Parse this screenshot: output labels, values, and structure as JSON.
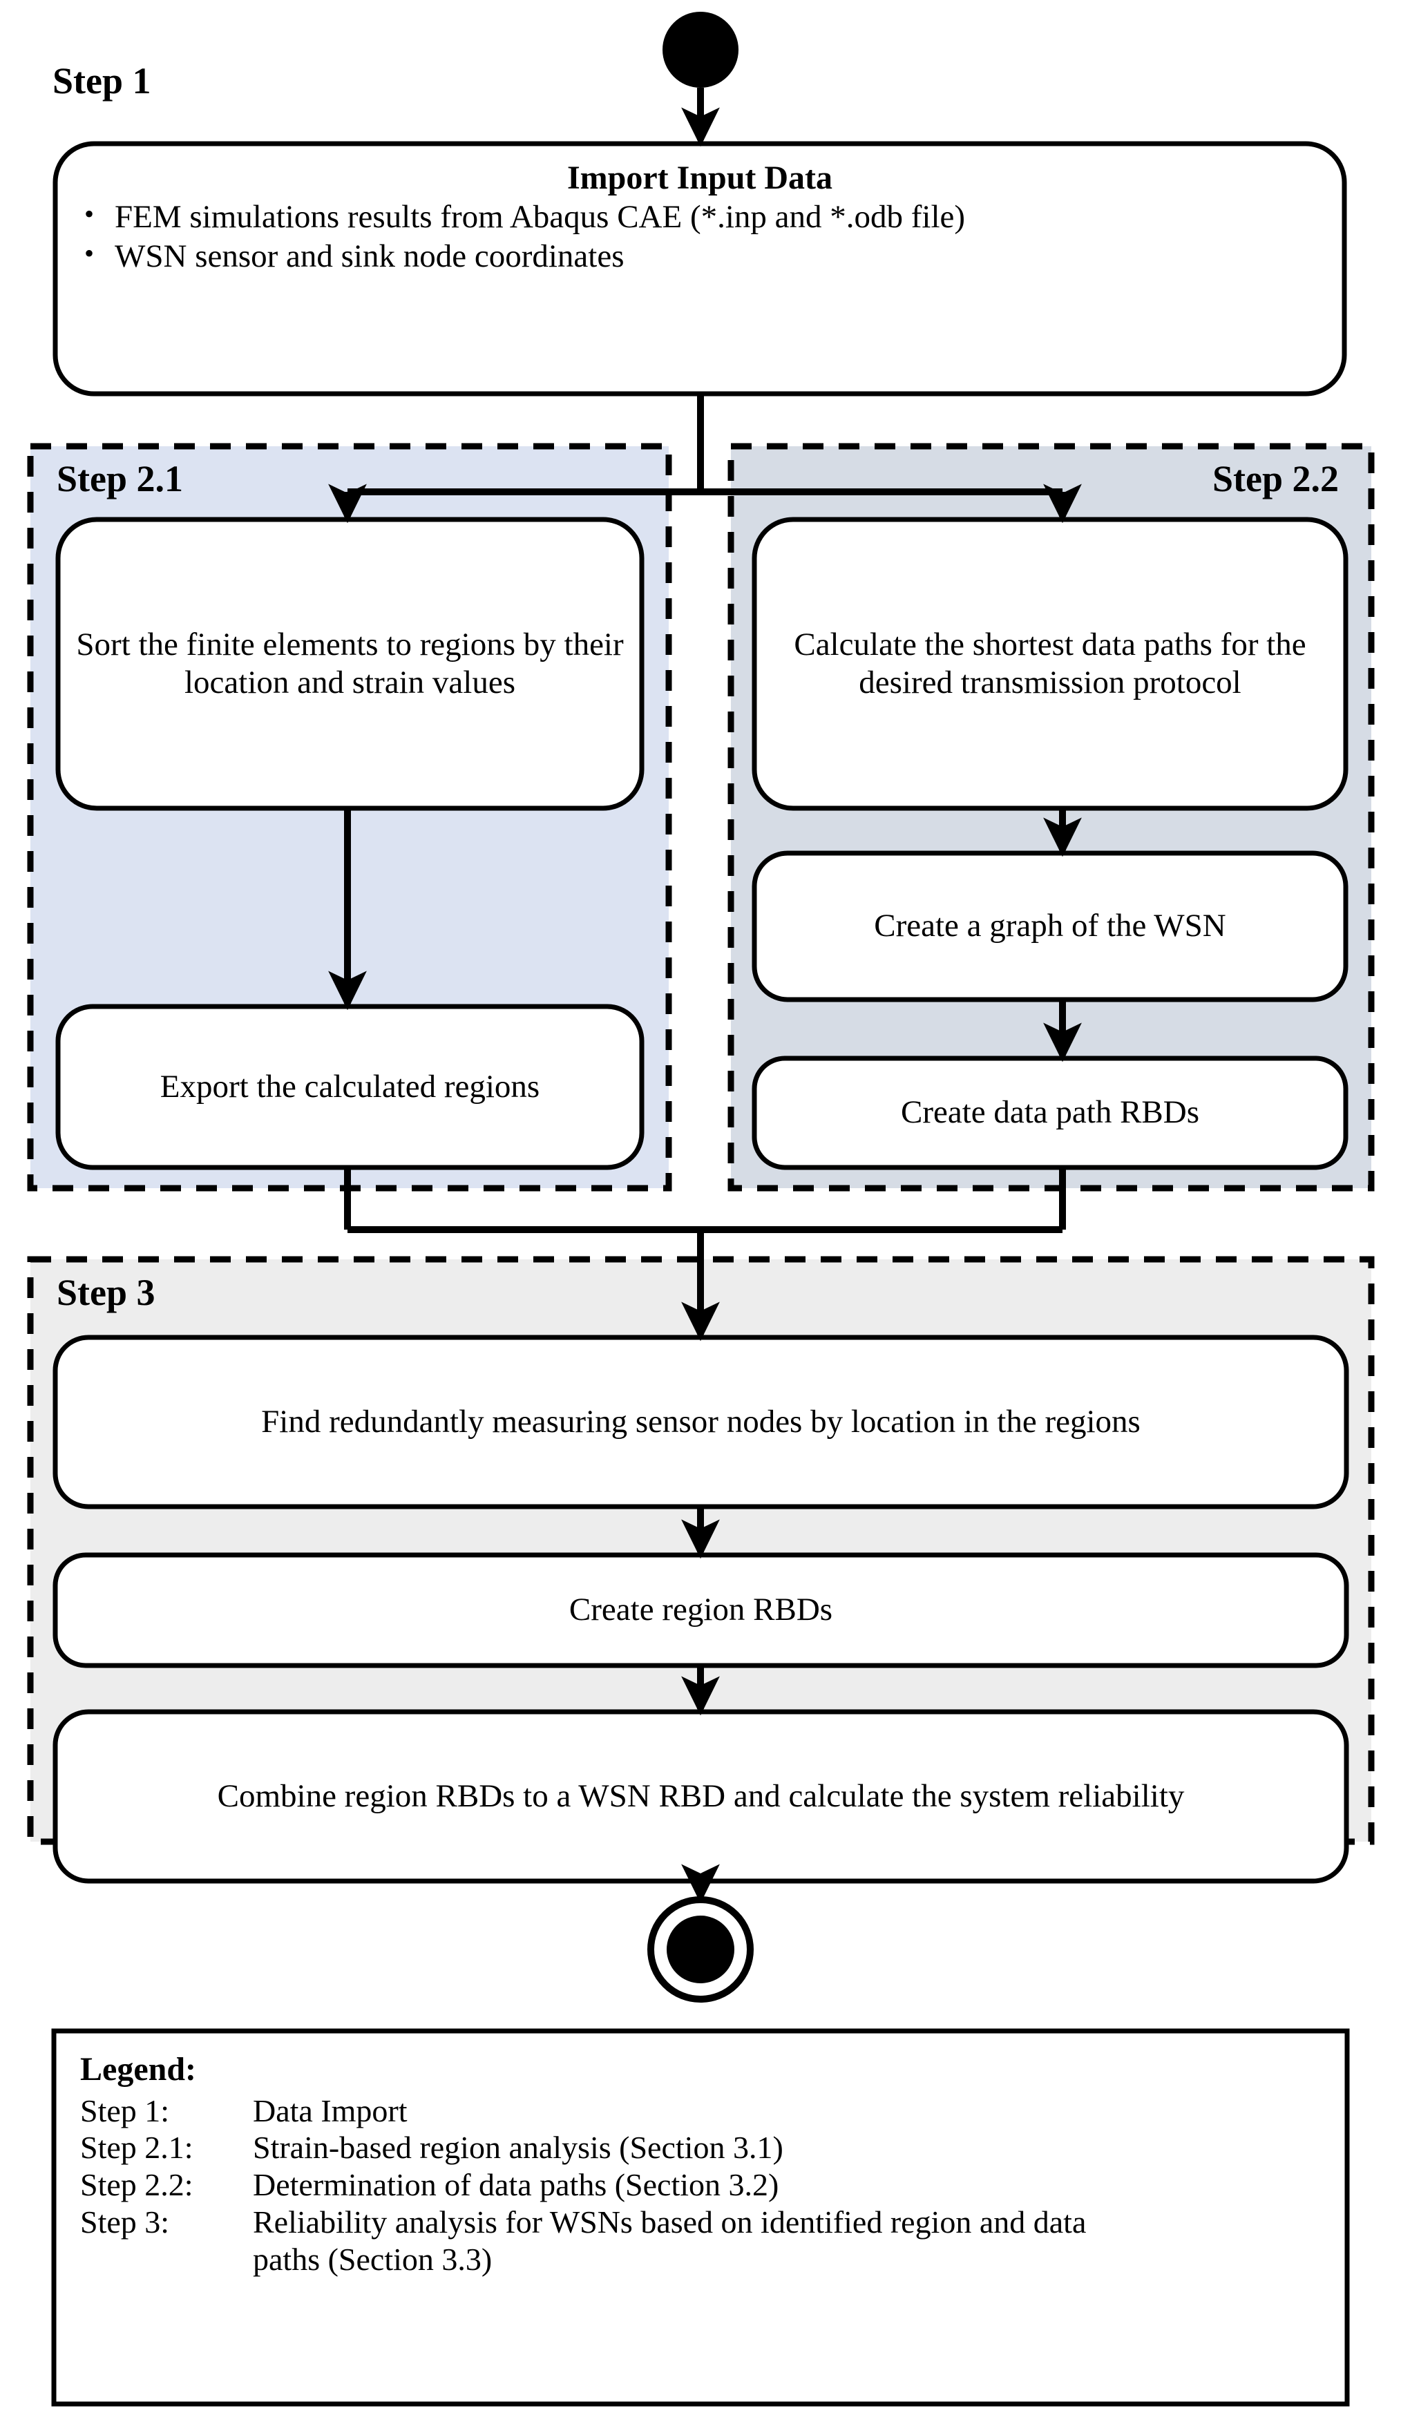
{
  "diagram": {
    "type": "flowchart",
    "title": "WSN reliability analysis workflow",
    "colors": {
      "step21_fill": "#dce3f2",
      "step22_fill": "#d6dce5",
      "step3_fill": "#ededed",
      "node_fill": "#ffffff",
      "stroke": "#000000"
    },
    "start_node": {
      "name": "start-node",
      "shape": "filled-circle"
    },
    "end_node": {
      "name": "end-node",
      "shape": "circled-filled-circle"
    },
    "groups": [
      {
        "id": "step1",
        "label": "Step 1",
        "label_align": "left",
        "node": {
          "title": "Import Input Data",
          "bullets": [
            "FEM simulations results from Abaqus CAE (*.inp and *.odb file)",
            "WSN sensor and sink node coordinates"
          ]
        }
      },
      {
        "id": "step21",
        "label": "Step 2.1",
        "label_align": "left",
        "nodes": [
          "Sort the finite elements to regions by their location and strain values",
          "Export the calculated regions"
        ]
      },
      {
        "id": "step22",
        "label": "Step 2.2",
        "label_align": "right",
        "nodes": [
          "Calculate the shortest data paths for the desired transmission protocol",
          "Create a graph of the WSN",
          "Create data path RBDs"
        ]
      },
      {
        "id": "step3",
        "label": "Step 3",
        "label_align": "left",
        "nodes": [
          "Find redundantly measuring sensor nodes by location in the regions",
          "Create region RBDs",
          "Combine region RBDs to a WSN RBD and calculate the system reliability"
        ]
      }
    ],
    "legend": {
      "title": "Legend:",
      "rows": [
        {
          "key": "Step 1:",
          "value": "Data Import"
        },
        {
          "key": "Step 2.1:",
          "value": "Strain-based region analysis (Section 3.1)"
        },
        {
          "key": "Step 2.2:",
          "value": "Determination of data paths (Section 3.2)"
        },
        {
          "key": "Step 3:",
          "value": "Reliability analysis for WSNs based on identified region and data paths (Section 3.3)"
        }
      ]
    }
  }
}
